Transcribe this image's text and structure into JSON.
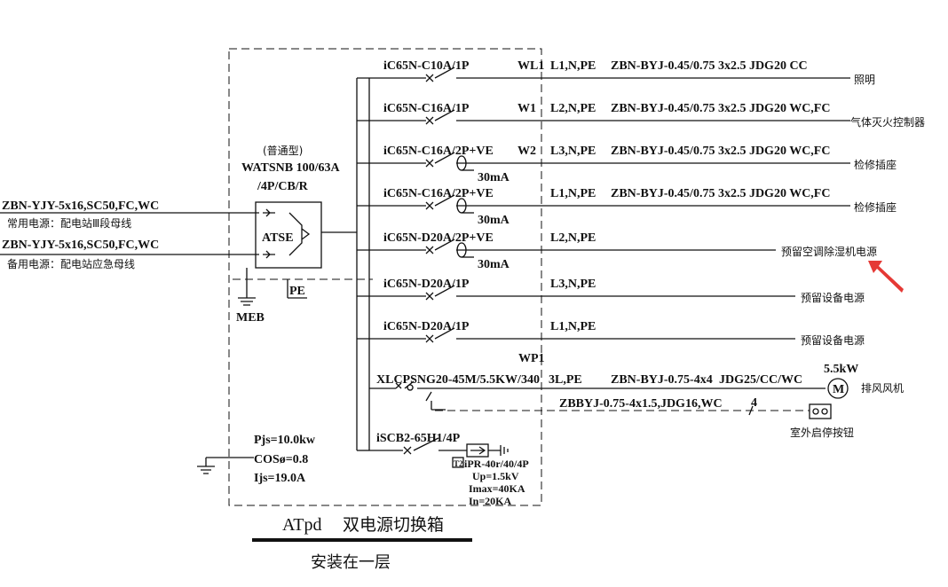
{
  "feeds": {
    "normal_cable": "ZBN-YJY-5x16,SC50,FC,WC",
    "normal_label": "常用电源：配电站Ⅲ段母线",
    "standby_cable": "ZBN-YJY-5x16,SC50,FC,WC",
    "standby_label": "备用电源：配电站应急母线"
  },
  "ats": {
    "type": "(普通型)",
    "model": "WATSNB 100/63A",
    "spec": "/4P/CB/R",
    "label": "ATSE"
  },
  "labels": {
    "pe": "PE",
    "meb": "MEB",
    "box_title": "ATpd",
    "box_title_cn": "双电源切换箱",
    "install": "安装在一层"
  },
  "calc": {
    "pjs": "Pjs=10.0kw",
    "cos": "COSø=0.8",
    "ijs": "Ijs=19.0A"
  },
  "circuits": [
    {
      "breaker": "iC65N-C10A/1P",
      "id": "WL1",
      "phase": "L1,N,PE",
      "cable": "ZBN-BYJ-0.45/0.75  3x2.5  JDG20  CC",
      "load": "照明",
      "rcd": ""
    },
    {
      "breaker": "iC65N-C16A/1P",
      "id": "W1",
      "phase": "L2,N,PE",
      "cable": "ZBN-BYJ-0.45/0.75  3x2.5  JDG20  WC,FC",
      "load": "气体灭火控制器",
      "rcd": ""
    },
    {
      "breaker": "iC65N-C16A/2P+VE",
      "id": "W2",
      "phase": "L3,N,PE",
      "cable": "ZBN-BYJ-0.45/0.75  3x2.5  JDG20  WC,FC",
      "load": "检修插座",
      "rcd": "30mA"
    },
    {
      "breaker": "iC65N-C16A/2P+VE",
      "id": "",
      "phase": "L1,N,PE",
      "cable": "ZBN-BYJ-0.45/0.75  3x2.5  JDG20  WC,FC",
      "load": "检修插座",
      "rcd": "30mA"
    },
    {
      "breaker": "iC65N-D20A/2P+VE",
      "id": "",
      "phase": "L2,N,PE",
      "cable": "",
      "load": "预留空调除湿机电源",
      "rcd": "30mA"
    },
    {
      "breaker": "iC65N-D20A/1P",
      "id": "",
      "phase": "L3,N,PE",
      "cable": "",
      "load": "预留设备电源",
      "rcd": ""
    },
    {
      "breaker": "iC65N-D20A/1P",
      "id": "",
      "phase": "L1,N,PE",
      "cable": "",
      "load": "预留设备电源",
      "rcd": ""
    }
  ],
  "motor": {
    "starter": "XLCPSNG20-45M/5.5KW/340",
    "id": "WP1",
    "phase": "3L,PE",
    "cable": "ZBN-BYJ-0.75-4x4",
    "conduit": "JDG25/CC/WC",
    "power": "5.5kW",
    "symbol": "M",
    "load": "排风风机",
    "control_cable": "ZBBYJ-0.75-4x1.5,JDG16,WC",
    "control_count": "4",
    "control_load": "室外启停按钮"
  },
  "spd": {
    "breaker": "iSCB2-65H1/4P",
    "model_mark": "T2",
    "model": "iPR-40r/40/4P",
    "up": "Up=1.5kV",
    "imax": "Imax=40KA",
    "in": "In=20KA"
  },
  "colors": {
    "line": "#111111",
    "arrow": "#e53935"
  }
}
